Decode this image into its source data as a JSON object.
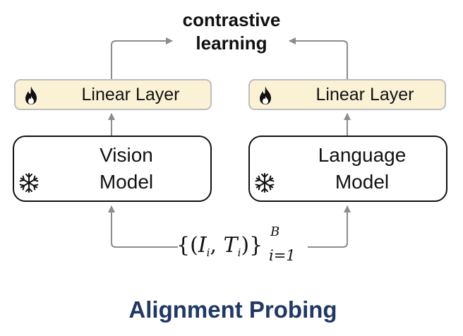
{
  "top_label": {
    "line1": "contrastive",
    "line2": "learning"
  },
  "left_branch": {
    "linear_label": "Linear Layer",
    "model_line1": "Vision",
    "model_line2": "Model"
  },
  "right_branch": {
    "linear_label": "Linear Layer",
    "model_line1": "Language",
    "model_line2": "Model"
  },
  "formula": {
    "open": "{(",
    "img": "I",
    "img_sub": "i",
    "sep": ", ",
    "txt": "T",
    "txt_sub": "i",
    "close": ")}",
    "upper": "B",
    "lower": "i=1"
  },
  "title": "Alignment Probing",
  "icons": {
    "trainable": "flame-icon",
    "frozen": "snowflake-icon"
  },
  "colors": {
    "linear_fill": "#fbf2d6",
    "linear_border": "#bdbdbd",
    "arrow": "#8c8c8c",
    "title": "#1f3864"
  }
}
